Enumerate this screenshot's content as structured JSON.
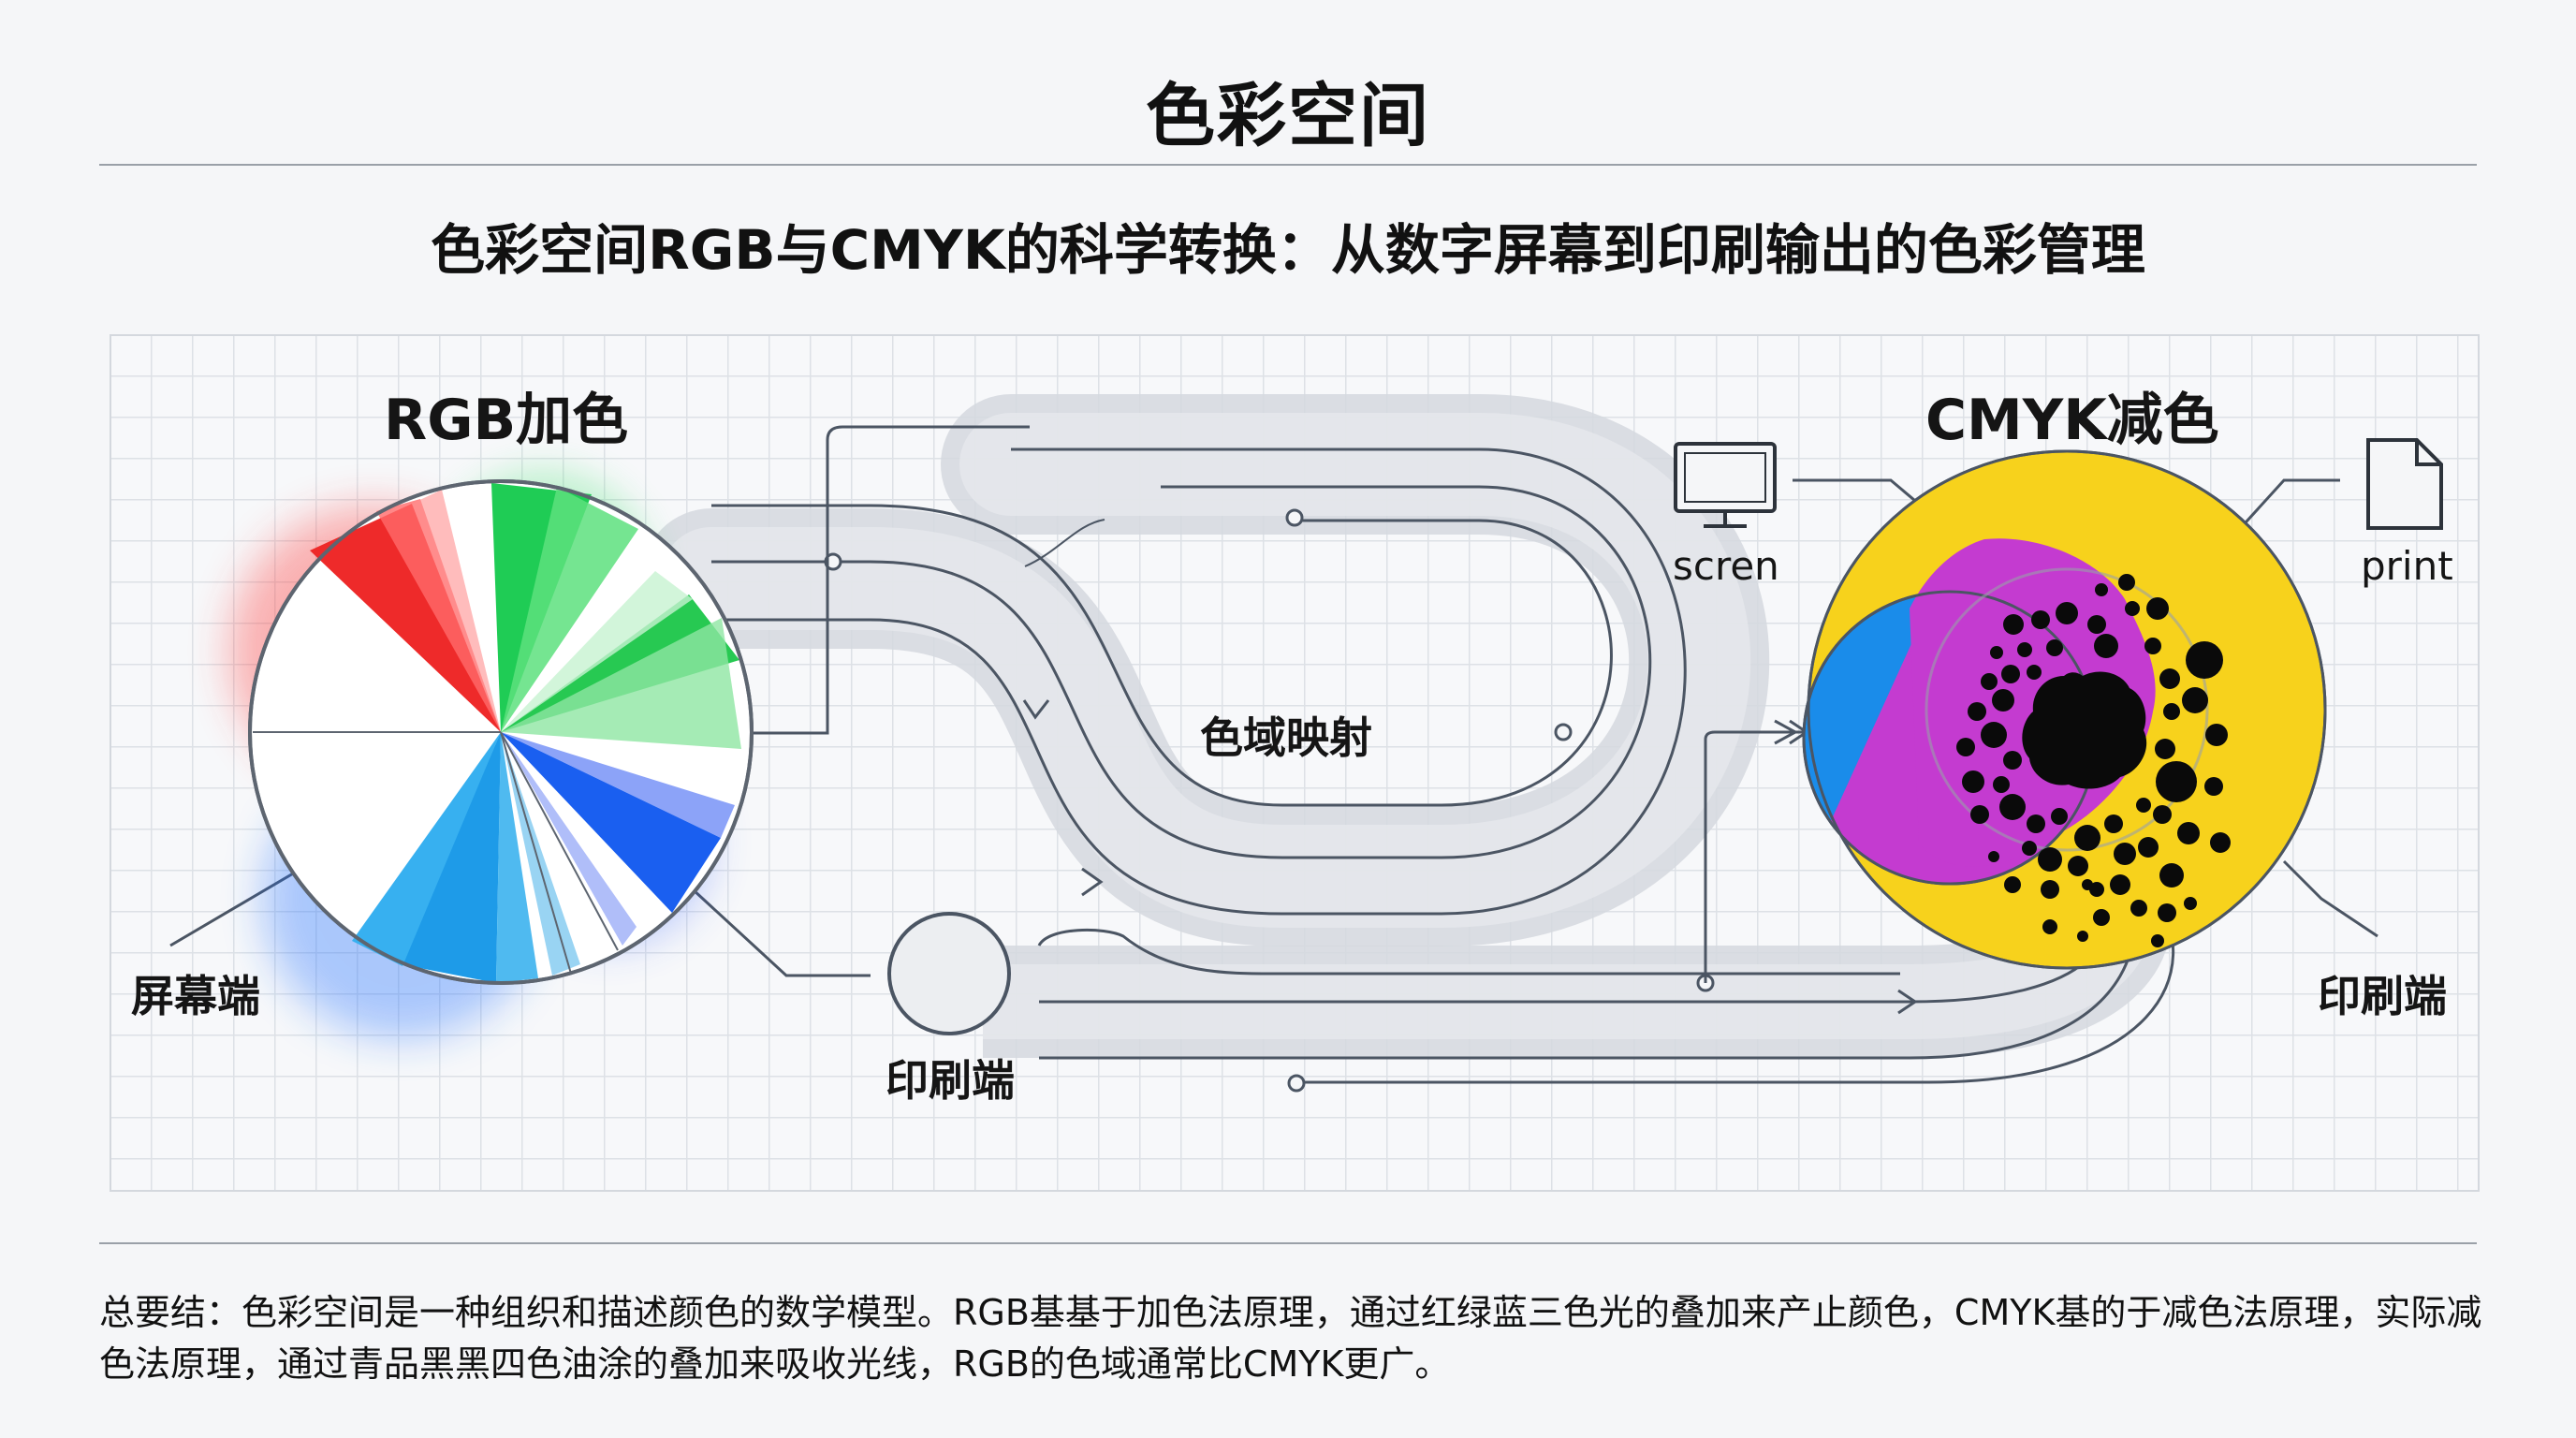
{
  "header": {
    "title": "色彩空间",
    "subtitle": "色彩空间RGB与CMYK的科学转换：从数字屏幕到印刷输出的色彩管理"
  },
  "diagram": {
    "rgb_label": "RGB加色",
    "cmyk_label": "CMYK减色",
    "gamut_label": "色域映射",
    "screen_end_label": "屏幕端",
    "print_end_label_center": "印刷端",
    "print_end_label_right": "印刷端",
    "screen_icon_label": "scren",
    "print_icon_label": "print",
    "icons": [
      "monitor-icon",
      "document-icon"
    ],
    "colors": {
      "red": "#ee2a2a",
      "green": "#1fcc55",
      "blue": "#1066f0",
      "sky_blue": "#1ea0ee",
      "cyan": "#1a8cea",
      "magenta": "#c43bd0",
      "yellow": "#f7d21c",
      "black": "#0a0a0a",
      "track": "#d4d7dd",
      "line": "#4b5563"
    }
  },
  "summary": {
    "text": "总要结：色彩空间是一种组织和描述颜色的数学模型。RGB基基于加色法原理，通过红绿蓝三色光的叠加来产止颜色，CMYK基的于减色法原理，实际减色法原理，通过青品黑黑四色油涂的叠加来吸收光线，RGB的色域通常比CMYK更广。"
  }
}
